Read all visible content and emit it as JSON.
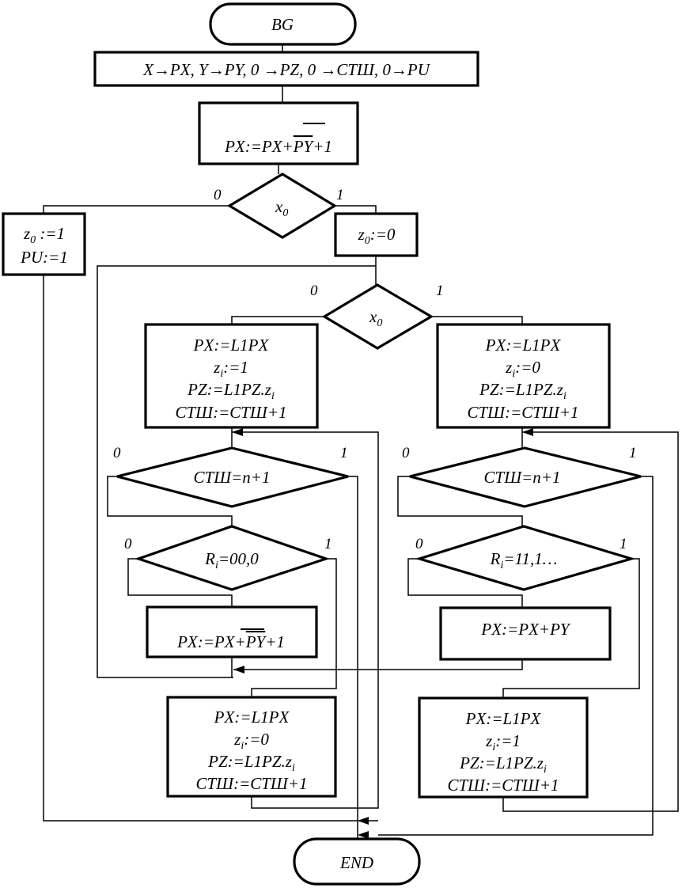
{
  "nodes": {
    "begin": {
      "label": "BG"
    },
    "init": {
      "label": "X→PX, Y→PY, 0 →PZ, 0 →СТШ, 0→PU"
    },
    "sub1": {
      "lhs": "PX:=PX+",
      "bar": "PY",
      "rhs": "+1"
    },
    "d1": {
      "var": "x",
      "sub": "0",
      "no": "0",
      "yes": "1"
    },
    "left_set": {
      "l1": "z",
      "l1sub": "0",
      "l1rest": " :=1",
      "l2": "PU:=1"
    },
    "right_set": {
      "l1": "z",
      "l1sub": "0",
      "l1rest": ":=0"
    },
    "d2": {
      "var": "x",
      "sub": "0",
      "no": "0",
      "yes": "1"
    },
    "pL": {
      "l1": "PX:=L1PX",
      "l2": "z",
      "l2sub": "i",
      "l2rest": ":=1",
      "l3": "PZ:=L1PZ.z",
      "l3sub": "i",
      "l4": "СТШ:=СТШ+1"
    },
    "pR": {
      "l1": "PX:=L1PX",
      "l2": "z",
      "l2sub": "i",
      "l2rest": ":=0",
      "l3": "PZ:=L1PZ.z",
      "l3sub": "i",
      "l4": "СТШ:=СТШ+1"
    },
    "dL1": {
      "label": "СТШ=n+1",
      "no": "0",
      "yes": "1"
    },
    "dR1": {
      "label": "СТШ=n+1",
      "no": "0",
      "yes": "1"
    },
    "dL2": {
      "label": "R",
      "sub": "i",
      "rest": "=00,0",
      "no": "0",
      "yes": "1"
    },
    "dR2": {
      "label": "R",
      "sub": "i",
      "rest": "=11,1…",
      "no": "0",
      "yes": "1"
    },
    "addL": {
      "lhs": "PX:=PX+",
      "bar": "PY",
      "rhs": "+1"
    },
    "addR": {
      "label": "PX:=PX+PY"
    },
    "qL": {
      "l1": "PX:=L1PX",
      "l2": "z",
      "l2sub": "i",
      "l2rest": ":=0",
      "l3": "PZ:=L1PZ.z",
      "l3sub": "i",
      "l4": "СТШ:=СТШ+1"
    },
    "qR": {
      "l1": "PX:=L1PX",
      "l2": "z",
      "l2sub": "i",
      "l2rest": ":=1",
      "l3": "PZ:=L1PZ.z",
      "l3sub": "i",
      "l4": "СТШ:=СТШ+1"
    },
    "end": {
      "label": "END"
    }
  }
}
